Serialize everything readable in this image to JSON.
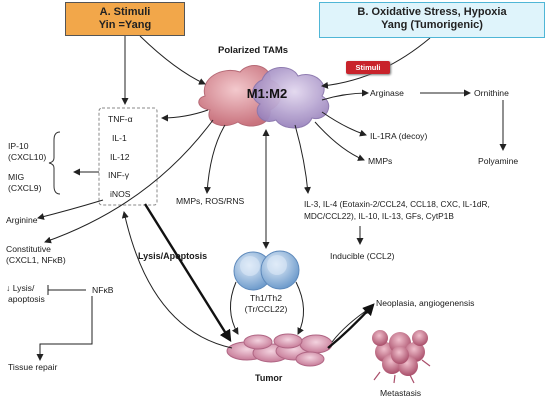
{
  "boxes": {
    "a_line1": "A. Stimuli",
    "a_line2": "Yin =Yang",
    "b_line1": "B. Oxidative Stress, Hypoxia",
    "b_line2": "Yang (Tumorigenic)"
  },
  "stimuli_tag": "Stimuli",
  "polarized_tams": "Polarized TAMs",
  "m1m2": "M1:M2",
  "cytokines": [
    "TNF-α",
    "IL-1",
    "IL-12",
    "INF-γ",
    "iNOS"
  ],
  "left": {
    "ip10": "IP-10",
    "cxcl10": "(CXCL10)",
    "mig": "MIG",
    "cxcl9": "(CXCL9)",
    "arginine": "Arginine",
    "constitutive": "Constitutive",
    "cxcl1": "(CXCL1, NFκB)",
    "lysis": "Lysis/",
    "apoptosis": "apoptosis",
    "nfkb": "NFκB",
    "tissue_repair": "Tissue repair"
  },
  "center": {
    "mmps_ros": "MMPs, ROS/RNS",
    "lysis_apoptosis": "Lysis/Apoptosis",
    "th1": "Th1/Th2",
    "tr": "(Tr/CCL22)",
    "tumor": "Tumor"
  },
  "right": {
    "arginase": "Arginase",
    "ornithine": "Ornithine",
    "il1ra": "IL-1RA (decoy)",
    "polyamine": "Polyamine",
    "mmps": "MMPs",
    "il_line1": "IL-3, IL-4 (Eotaxin-2/CCL24, CCL18, CXC, IL-1dR,",
    "il_line2": "MDC/CCL22), IL-10, IL-13, GFs, CytP1B",
    "inducible": "Inducible (CCL2)",
    "neoplasia": "Neoplasia, angiogenensis",
    "metastasis": "Metastasis"
  },
  "colors": {
    "box_a": "#f2a74a",
    "box_b": "#dff4fb",
    "stimuli_tag": "#c8232b",
    "tam_m1": "#d98f98",
    "tam_m2": "#b9a6cf",
    "lymphocyte": "#8fb7e0",
    "tumor": "#d79ab0",
    "metastasis": "#c8738a"
  }
}
